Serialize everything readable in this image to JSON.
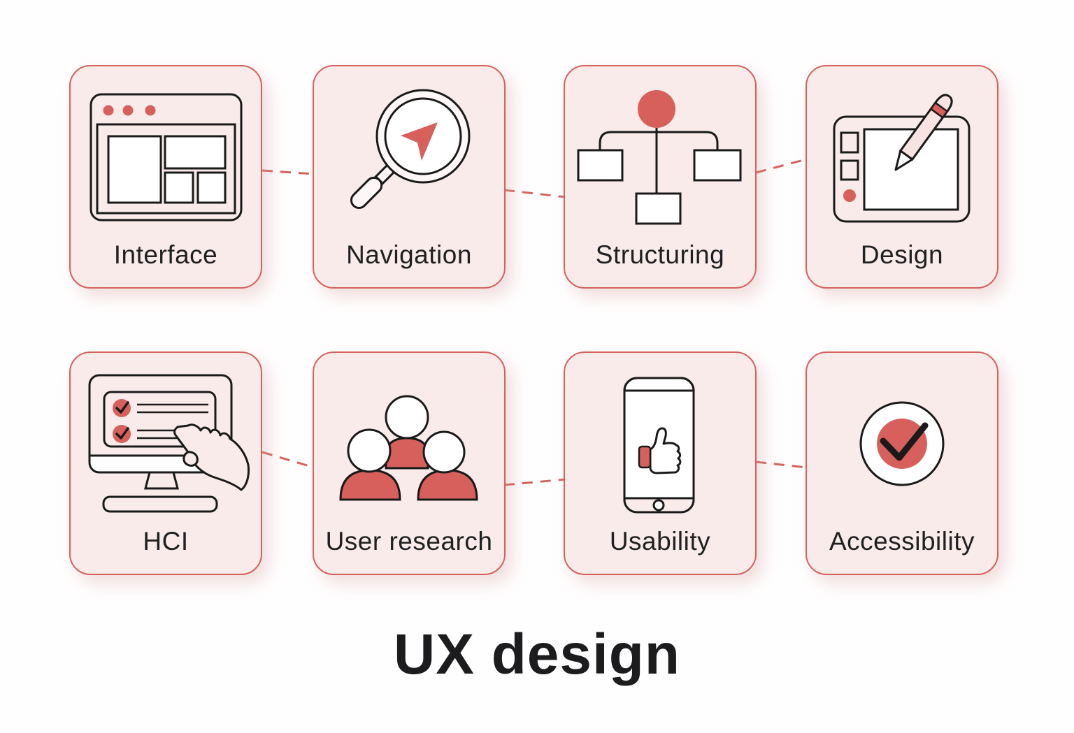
{
  "title": "UX design",
  "cards": [
    {
      "label": "Interface",
      "icon": "browser-window-icon"
    },
    {
      "label": "Navigation",
      "icon": "magnifier-cursor-icon"
    },
    {
      "label": "Structuring",
      "icon": "sitemap-icon"
    },
    {
      "label": "Design",
      "icon": "graphics-tablet-pencil-icon"
    },
    {
      "label": "HCI",
      "icon": "monitor-checklist-hand-icon"
    },
    {
      "label": "User research",
      "icon": "people-group-icon"
    },
    {
      "label": "Usability",
      "icon": "phone-thumbs-up-icon"
    },
    {
      "label": "Accessibility",
      "icon": "check-circle-icon"
    }
  ],
  "colors": {
    "background": "#fffefe",
    "card_background": "#f9ebe9",
    "card_border": "#d5625e",
    "accent_red": "#d8605c",
    "outline_black": "#1a1a1a",
    "text": "#1c1c1e",
    "connector": "#d5625e"
  }
}
